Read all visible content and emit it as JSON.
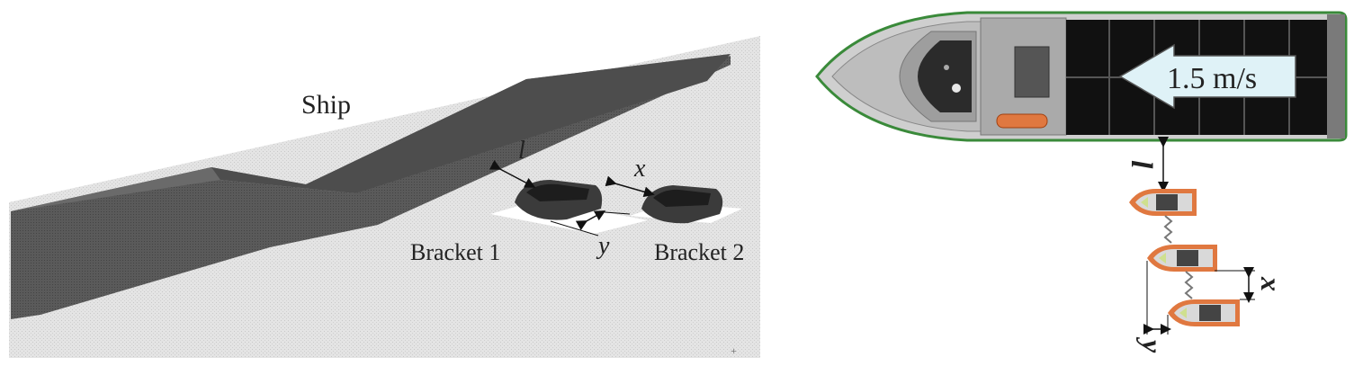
{
  "left_panel": {
    "ship_label": "Ship",
    "bracket1_label": "Bracket 1",
    "bracket2_label": "Bracket 2",
    "dim_l": "l",
    "dim_x": "x",
    "dim_y": "y"
  },
  "right_panel": {
    "speed_label": "1.5 m/s",
    "dim_l": "l",
    "dim_x": "x",
    "dim_y": "y"
  },
  "colors": {
    "water": "#dcdcdc",
    "hull": "#555555",
    "deck": "#1a1a1a",
    "arrow_fill": "#dff2f7",
    "ship_outline": "#3a8a3a",
    "boat_hull": "#e07840"
  }
}
